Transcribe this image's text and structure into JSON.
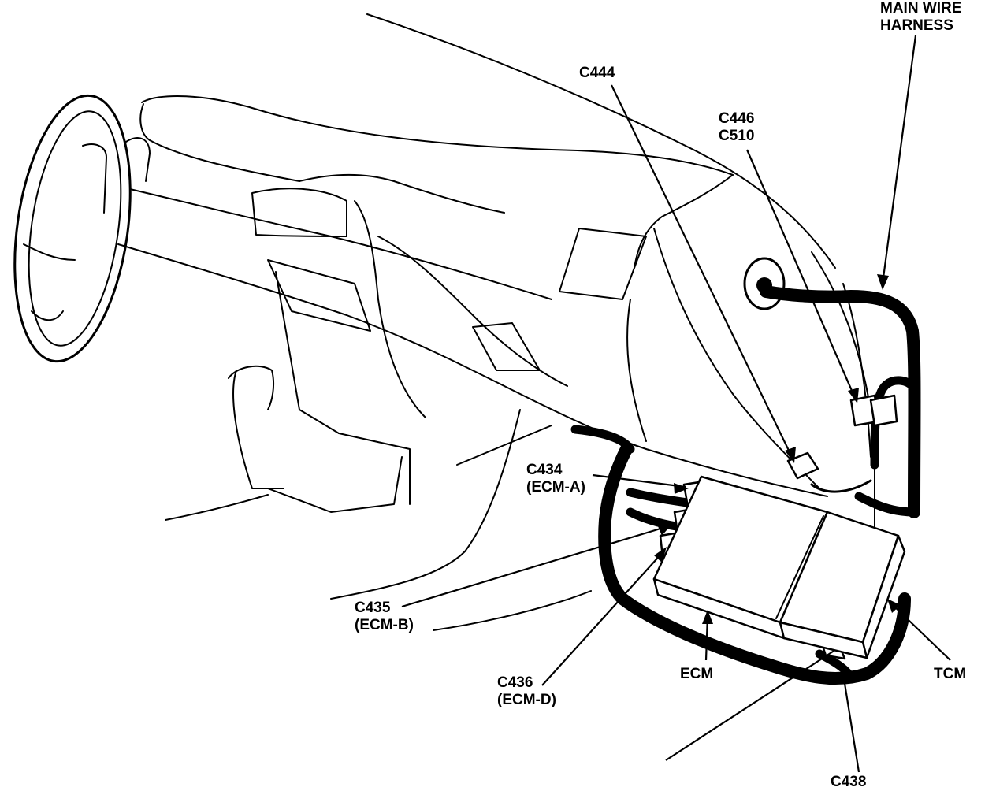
{
  "labels": {
    "main_wire_harness_line1": "MAIN WIRE",
    "main_wire_harness_line2": "HARNESS",
    "c444": "C444",
    "c446": "C446",
    "c510": "C510",
    "c434": "C434",
    "c434_sub": "(ECM-A)",
    "c435": "C435",
    "c435_sub": "(ECM-B)",
    "c436": "C436",
    "c436_sub": "(ECM-D)",
    "ecm": "ECM",
    "tcm": "TCM",
    "c438": "C438"
  }
}
